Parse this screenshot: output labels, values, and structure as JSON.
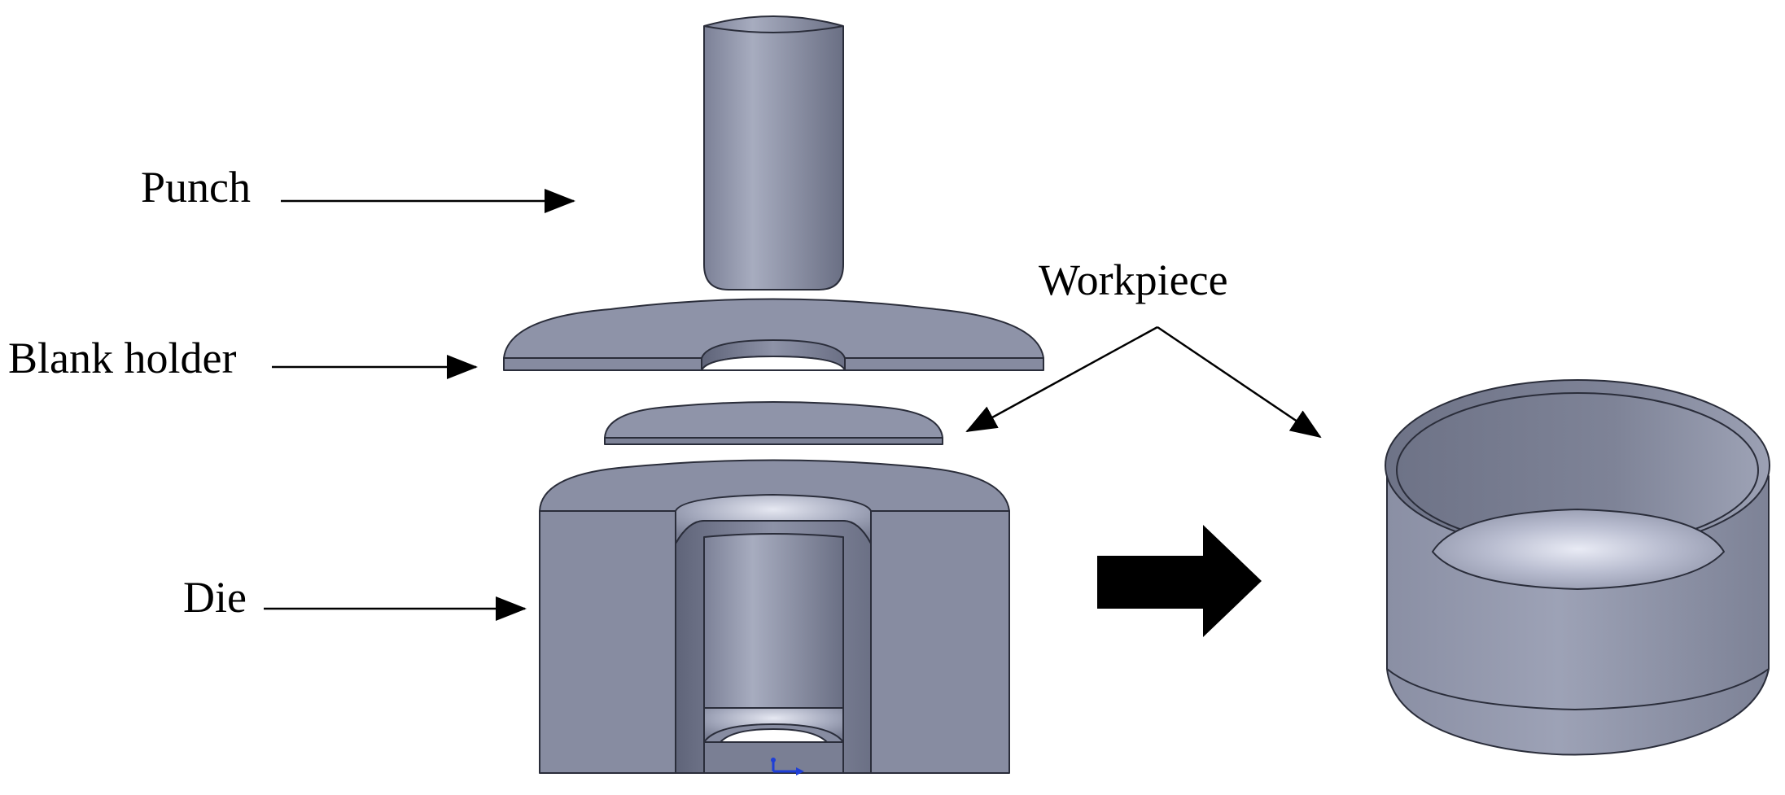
{
  "labels": {
    "punch": "Punch",
    "blank_holder": "Blank holder",
    "die": "Die",
    "workpiece": "Workpiece"
  },
  "colors": {
    "part_fill": "#8a8fa5",
    "part_dark": "#6e7388",
    "part_light": "#a9aec2",
    "edge": "#2a2d3a",
    "arrow": "#000000",
    "axis_triad": "#1f3fd6"
  },
  "icons": {
    "process_arrow": "right-block-arrow",
    "triad": "coordinate-triad-icon"
  }
}
